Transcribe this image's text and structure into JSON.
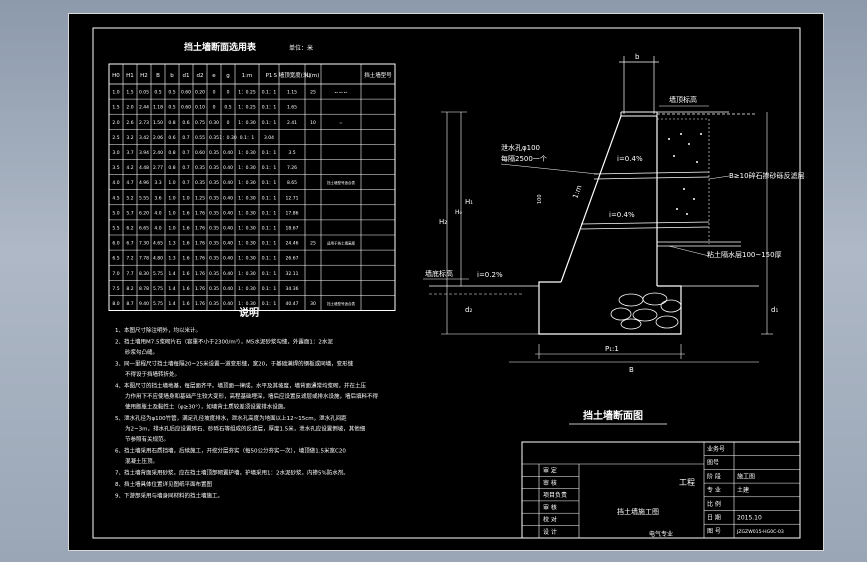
{
  "table": {
    "title": "挡土墙断面选用表",
    "unit": "单位：米",
    "headers": [
      "H0",
      "H1",
      "H2",
      "B",
      "b",
      "d1",
      "d2",
      "e",
      "g",
      "1:m",
      "P1",
      "S 墙顶宽度(米)",
      "L(m)",
      "",
      "挡土墙型号"
    ],
    "rows": [
      [
        "1.0",
        "1.5",
        "0.05",
        "0.5",
        "0.5",
        "0.60",
        "0.20",
        "0",
        "0",
        "1：0.25",
        "0.1：1",
        "1.15",
        "25",
        "⊷ ⊷ ⊷",
        ""
      ],
      [
        "1.5",
        "2.0",
        "2.44",
        "1.18",
        "0.5",
        "0.60",
        "0.10",
        "0",
        "0.5",
        "1：0.25",
        "0.1：1",
        "1.65",
        "",
        "",
        ""
      ],
      [
        "2.0",
        "2.6",
        "2.73",
        "1.50",
        "0.8",
        "0.6",
        "0.75",
        "0.30",
        "0",
        "1：0.30",
        "0.1：1",
        "2.41",
        "10",
        "∾",
        ""
      ],
      [
        "2.5",
        "3.2",
        "3.42",
        "2.06",
        "0.6",
        "0.7",
        "0.55",
        "0.35",
        "1：0.30",
        "0.1：1",
        "3.04",
        "",
        "",
        "",
        ""
      ],
      [
        "3.0",
        "3.7",
        "3.94",
        "2.40",
        "0.8",
        "0.7",
        "0.60",
        "0.35",
        "0.40",
        "1：0.30",
        "0.1：1",
        "3.5",
        "",
        "",
        ""
      ],
      [
        "3.5",
        "4.2",
        "4.48",
        "2.77",
        "0.8",
        "0.7",
        "0.35",
        "0.35",
        "0.40",
        "1：0.30",
        "0.1：1",
        "7.26",
        "",
        "",
        ""
      ],
      [
        "4.0",
        "4.7",
        "4.96",
        "3.3",
        "1.0",
        "0.7",
        "0.35",
        "0.35",
        "0.40",
        "1：0.30",
        "0.1：1",
        "8.65",
        "",
        "挡土墙型号适合表",
        ""
      ],
      [
        "4.5",
        "5.2",
        "5.55",
        "3.6",
        "1.0",
        "1.0",
        "1.25",
        "0.35",
        "0.40",
        "1：0.30",
        "0.1：1",
        "12.71",
        "",
        "",
        ""
      ],
      [
        "5.0",
        "5.7",
        "6.20",
        "4.0",
        "1.0",
        "1.6",
        "1.76",
        "0.35",
        "0.40",
        "1：0.30",
        "0.1：1",
        "17.86",
        "",
        "",
        ""
      ],
      [
        "5.5",
        "6.2",
        "6.65",
        "4.0",
        "1.0",
        "1.6",
        "1.76",
        "0.35",
        "0.40",
        "1：0.30",
        "0.1：1",
        "18.67",
        "",
        "",
        ""
      ],
      [
        "6.0",
        "6.7",
        "7.30",
        "4.65",
        "1.3",
        "1.6",
        "1.76",
        "0.35",
        "0.40",
        "1：0.30",
        "0.1：1",
        "24.46",
        "25",
        "适用于挡土墙高度",
        ""
      ],
      [
        "6.5",
        "7.2",
        "7.78",
        "4.80",
        "1.3",
        "1.6",
        "1.76",
        "0.35",
        "0.40",
        "1：0.30",
        "0.1：1",
        "26.67",
        "",
        "",
        ""
      ],
      [
        "7.0",
        "7.7",
        "8.30",
        "5.75",
        "1.4",
        "1.6",
        "1.76",
        "0.35",
        "0.40",
        "1：0.30",
        "0.1：1",
        "32.11",
        "",
        "",
        ""
      ],
      [
        "7.5",
        "8.2",
        "8.78",
        "5.75",
        "1.4",
        "1.6",
        "1.76",
        "0.35",
        "0.40",
        "1：0.30",
        "0.1：1",
        "34.36",
        "",
        "",
        ""
      ],
      [
        "8.0",
        "8.7",
        "9.40",
        "5.75",
        "1.4",
        "1.6",
        "1.76",
        "0.35",
        "0.40",
        "1：0.30",
        "0.1：1",
        "40.47",
        "30",
        "挡土墙型号适合表",
        ""
      ]
    ]
  },
  "notes": {
    "title": "说明",
    "items": [
      "1、本图尺寸除注明外，均以米计。",
      "2、挡土墙用M7.5浆砌片石（容重不小于2300/m³），M5水泥砂浆勾缝，外露面1：2水泥砂浆勾凸缝。",
      "3、同一里程尺寸挡土墙每隔20~25米设置一道变形缝，宽20，于基础满焊的钢板或同墙，变形缝不得设于挡墙转折处。",
      "4、本图尺寸的挡土墙地基，每层面齐平。墙顶面一律成，水平及其坡度，墙背面通常均浆砌，并在土压力作用下不应使墙身和基础产生较大变形，高程基础埋深，墙后应设置反滤层或排水设施，墙后填料不得使用膨胀土及黏性土（φ≥30°），如墙背土质较差须设置排水设施。",
      "5、泄水孔径为φ100竹管，满足孔径坡度排水，泄水孔高度为地面以上12~15cm，泄水孔间距为2~3m，排水孔后应设置碎石、砂砾石等组成的反滤层，厚度1.5米，泄水孔应设置倒坡，其他细节参照有关规范。",
      "6、挡土墙采用石质挡墙，后续施工，开挖分层夯实（每50公分夯实一次），墙顶做1.5米宽C20混凝土压顶。",
      "7、挡土墙背面采用砂浆，应在挡土墙顶部砌置护墙，护墙采用1：2水泥砂浆，内掺5%防水剂。",
      "8、挡土墙具体位置详见图纸平面布置图",
      "9、下游部采用与墙身同材料的挡土墙施工。"
    ]
  },
  "section": {
    "title": "挡土墙断面图",
    "labels": {
      "top_mark": "墙顶标高",
      "weep_hole": "泄水孔φ100",
      "spacing": "每隔2500一个",
      "slope_upper": "i=0.4%",
      "slope_lower": "i=0.4%",
      "filter_layer": "B≥10碎石掺砂砾反滤层",
      "clay_layer": "粘土隔水层100~150厚",
      "ground_mark": "墙底标高",
      "ground_slope": "i=0.2%",
      "dim_b": "b",
      "dim_h0": "H₀",
      "dim_h1": "H₁",
      "dim_h2": "H₂",
      "dim_d1": "d₁",
      "dim_d2": "d₂",
      "dim_lm": "1:m",
      "dim_p": "P₁:1",
      "dim_b_base": "B",
      "dim_100": "100"
    }
  },
  "titleblock": {
    "project": "工程",
    "rows_left": [
      "审 定",
      "审 核",
      "项目负责",
      "审 核",
      "校 对",
      "设 计"
    ],
    "drawing_name": "挡土墙施工图",
    "code_label": "电气专业",
    "right_labels": [
      "业务号",
      "图号",
      "阶 段",
      "专 业",
      "比 例",
      "日 期",
      "图 号"
    ],
    "right_values": [
      "",
      "",
      "施工图",
      "土建",
      "",
      "2015.10",
      "JZGZW015-HG0C-03"
    ]
  },
  "colors": {
    "line": "#ffffff",
    "text": "#ffffff",
    "accent_text": "#f4f400",
    "background": "#000000",
    "desktop": "#9aa6b6"
  }
}
